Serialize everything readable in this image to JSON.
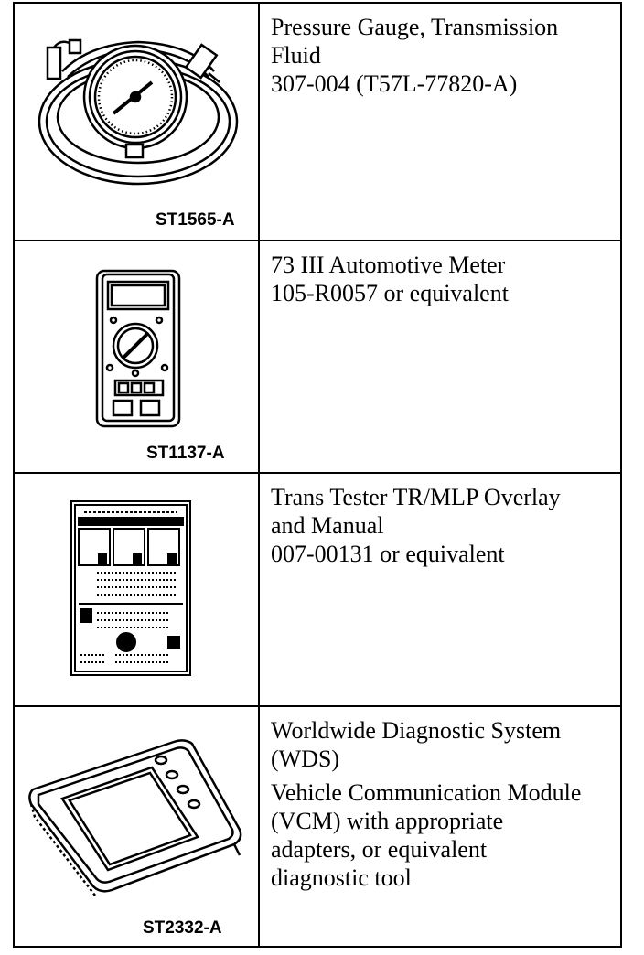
{
  "tools": [
    {
      "illustration": "pressure-gauge",
      "code": "ST1565-A",
      "paragraphs": [
        [
          "Pressure Gauge, Transmission",
          "Fluid",
          "307-004 (T57L-77820-A)"
        ]
      ]
    },
    {
      "illustration": "automotive-meter",
      "code": "ST1137-A",
      "paragraphs": [
        [
          "73 III Automotive Meter",
          "105-R0057 or equivalent"
        ]
      ]
    },
    {
      "illustration": "tester-overlay-manual",
      "code": "",
      "paragraphs": [
        [
          "Trans Tester TR/MLP Overlay",
          "and Manual",
          "007-00131 or equivalent"
        ]
      ]
    },
    {
      "illustration": "diagnostic-tablet",
      "code": "ST2332-A",
      "paragraphs": [
        [
          "Worldwide Diagnostic System",
          "(WDS)"
        ],
        [
          "Vehicle Communication Module",
          "(VCM) with appropriate",
          "adapters, or equivalent",
          "diagnostic tool"
        ]
      ]
    }
  ]
}
